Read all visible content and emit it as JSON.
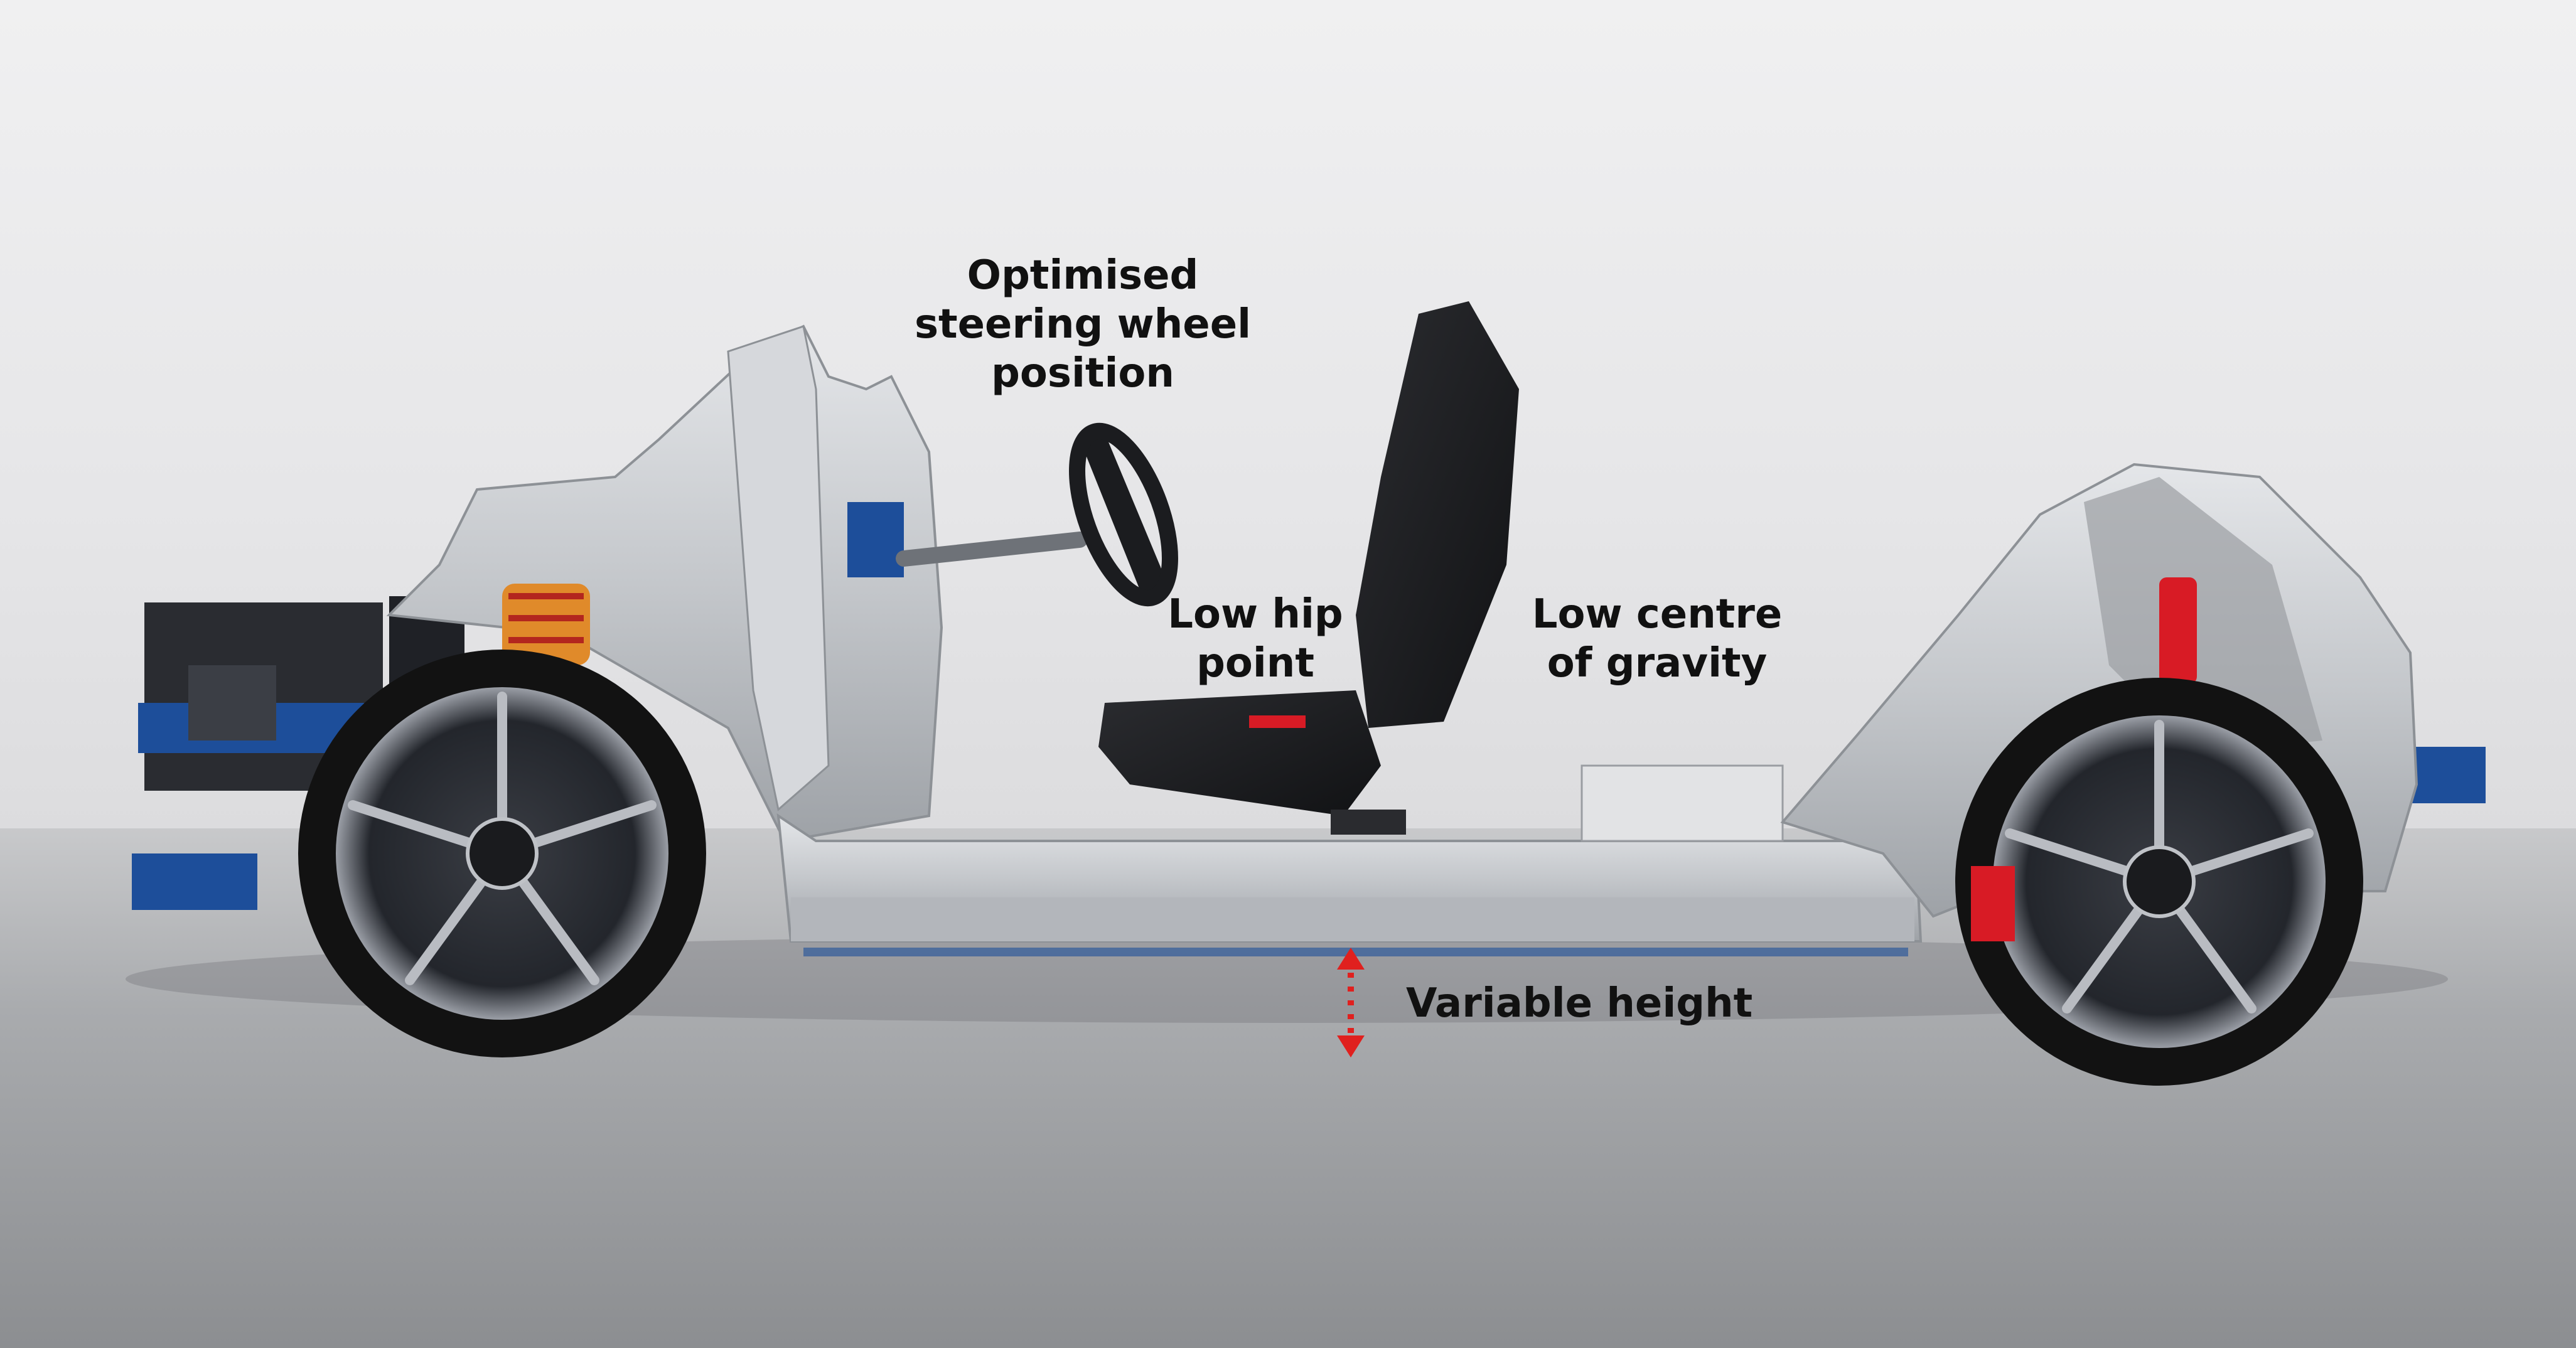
{
  "annotations": {
    "steering": [
      "Optimised",
      "steering wheel",
      "position"
    ],
    "hip": [
      "Low hip",
      "point"
    ],
    "gravity": [
      "Low centre",
      "of gravity"
    ],
    "height": "Variable height"
  },
  "colors": {
    "background_top": "#eeeeef",
    "floor": "#9fa1a4",
    "chassis": "#c9ccd0",
    "seat": "#1c1d20",
    "tyre": "#121212",
    "rim": "#2a2d33",
    "suspension_front": "#e08a2a",
    "strut_rear": "#d81b25",
    "accent_blue": "#1d4e9a",
    "arrow": "#e0201e"
  },
  "icons": [
    "double-arrow-icon"
  ]
}
